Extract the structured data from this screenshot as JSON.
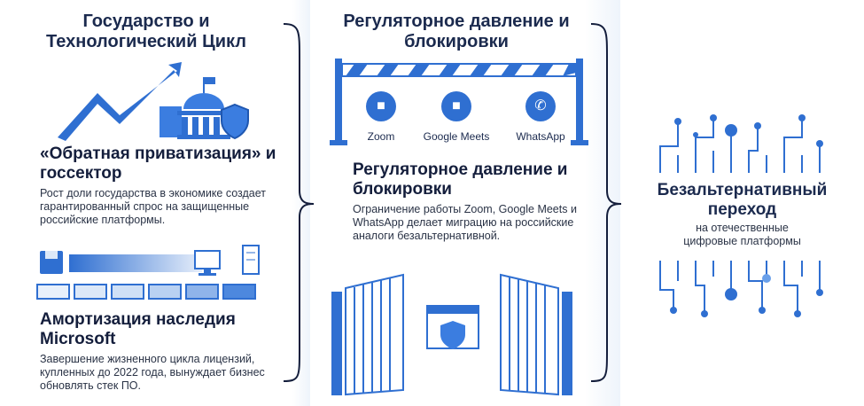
{
  "left": {
    "title": "Государство и Технологический Цикл",
    "section1": {
      "heading": "«Обратная приватизация» и госсектор",
      "text": "Рост доли государства в экономике создает гарантированный спрос на защищенные российские платформы."
    },
    "section2": {
      "heading": "Амортизация наследия Microsoft",
      "text": "Завершение жизненного цикла лицензий, купленных до 2022 года, вынуждает бизнес обновлять стек ПО."
    }
  },
  "middle": {
    "title": "Регуляторное давление и блокировки",
    "apps": [
      {
        "label": "Zoom"
      },
      {
        "label": "Google Meets"
      },
      {
        "label": "WhatsApp"
      }
    ],
    "section": {
      "heading": "Регуляторное давление и блокировки",
      "text": "Ограничение работы Zoom, Google Meets и WhatsApp делает миграцию на российские аналоги безальтернативной."
    }
  },
  "right": {
    "heading": "Безальтернативный переход",
    "subtext": "на отечественные цифровые платформы"
  },
  "colors": {
    "accent": "#2f6fd1",
    "dark": "#141e3c",
    "light": "#eef4fb"
  }
}
